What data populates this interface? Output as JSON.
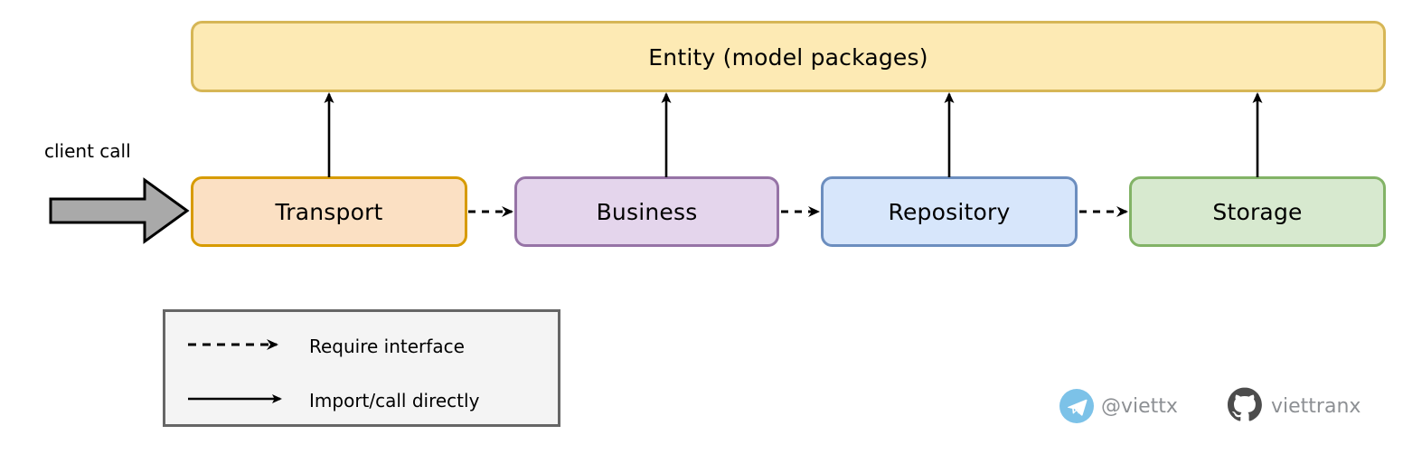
{
  "diagram": {
    "title_box": {
      "label": "Entity (model packages)",
      "fill": "#fdeab4",
      "stroke": "#d6b656"
    },
    "client_call": {
      "label": "client call",
      "arrow_fill": "#a9a9a9",
      "arrow_stroke": "#000000"
    },
    "layers": [
      {
        "label": "Transport",
        "fill": "#fbe0c3",
        "stroke": "#d79b00"
      },
      {
        "label": "Business",
        "fill": "#e4d5ec",
        "stroke": "#9673a6"
      },
      {
        "label": "Repository",
        "fill": "#d7e6fb",
        "stroke": "#6c8ebf"
      },
      {
        "label": "Storage",
        "fill": "#d7e9cf",
        "stroke": "#82b366"
      }
    ],
    "legend": {
      "box_fill": "#f4f4f4",
      "box_stroke": "#666666",
      "items": [
        {
          "style": "dashed",
          "label": "Require interface",
          "icon": "dashed-arrow-icon"
        },
        {
          "style": "solid",
          "label": "Import/call directly",
          "icon": "solid-arrow-icon"
        }
      ]
    },
    "watermarks": [
      {
        "icon": "telegram-icon",
        "label": "@viettx",
        "icon_color": "#7cc2e8",
        "text_color": "#8d9094"
      },
      {
        "icon": "github-icon",
        "label": "viettranx",
        "icon_color": "#4c4c4c",
        "text_color": "#8d9094"
      }
    ],
    "connector_color": "#000000"
  }
}
